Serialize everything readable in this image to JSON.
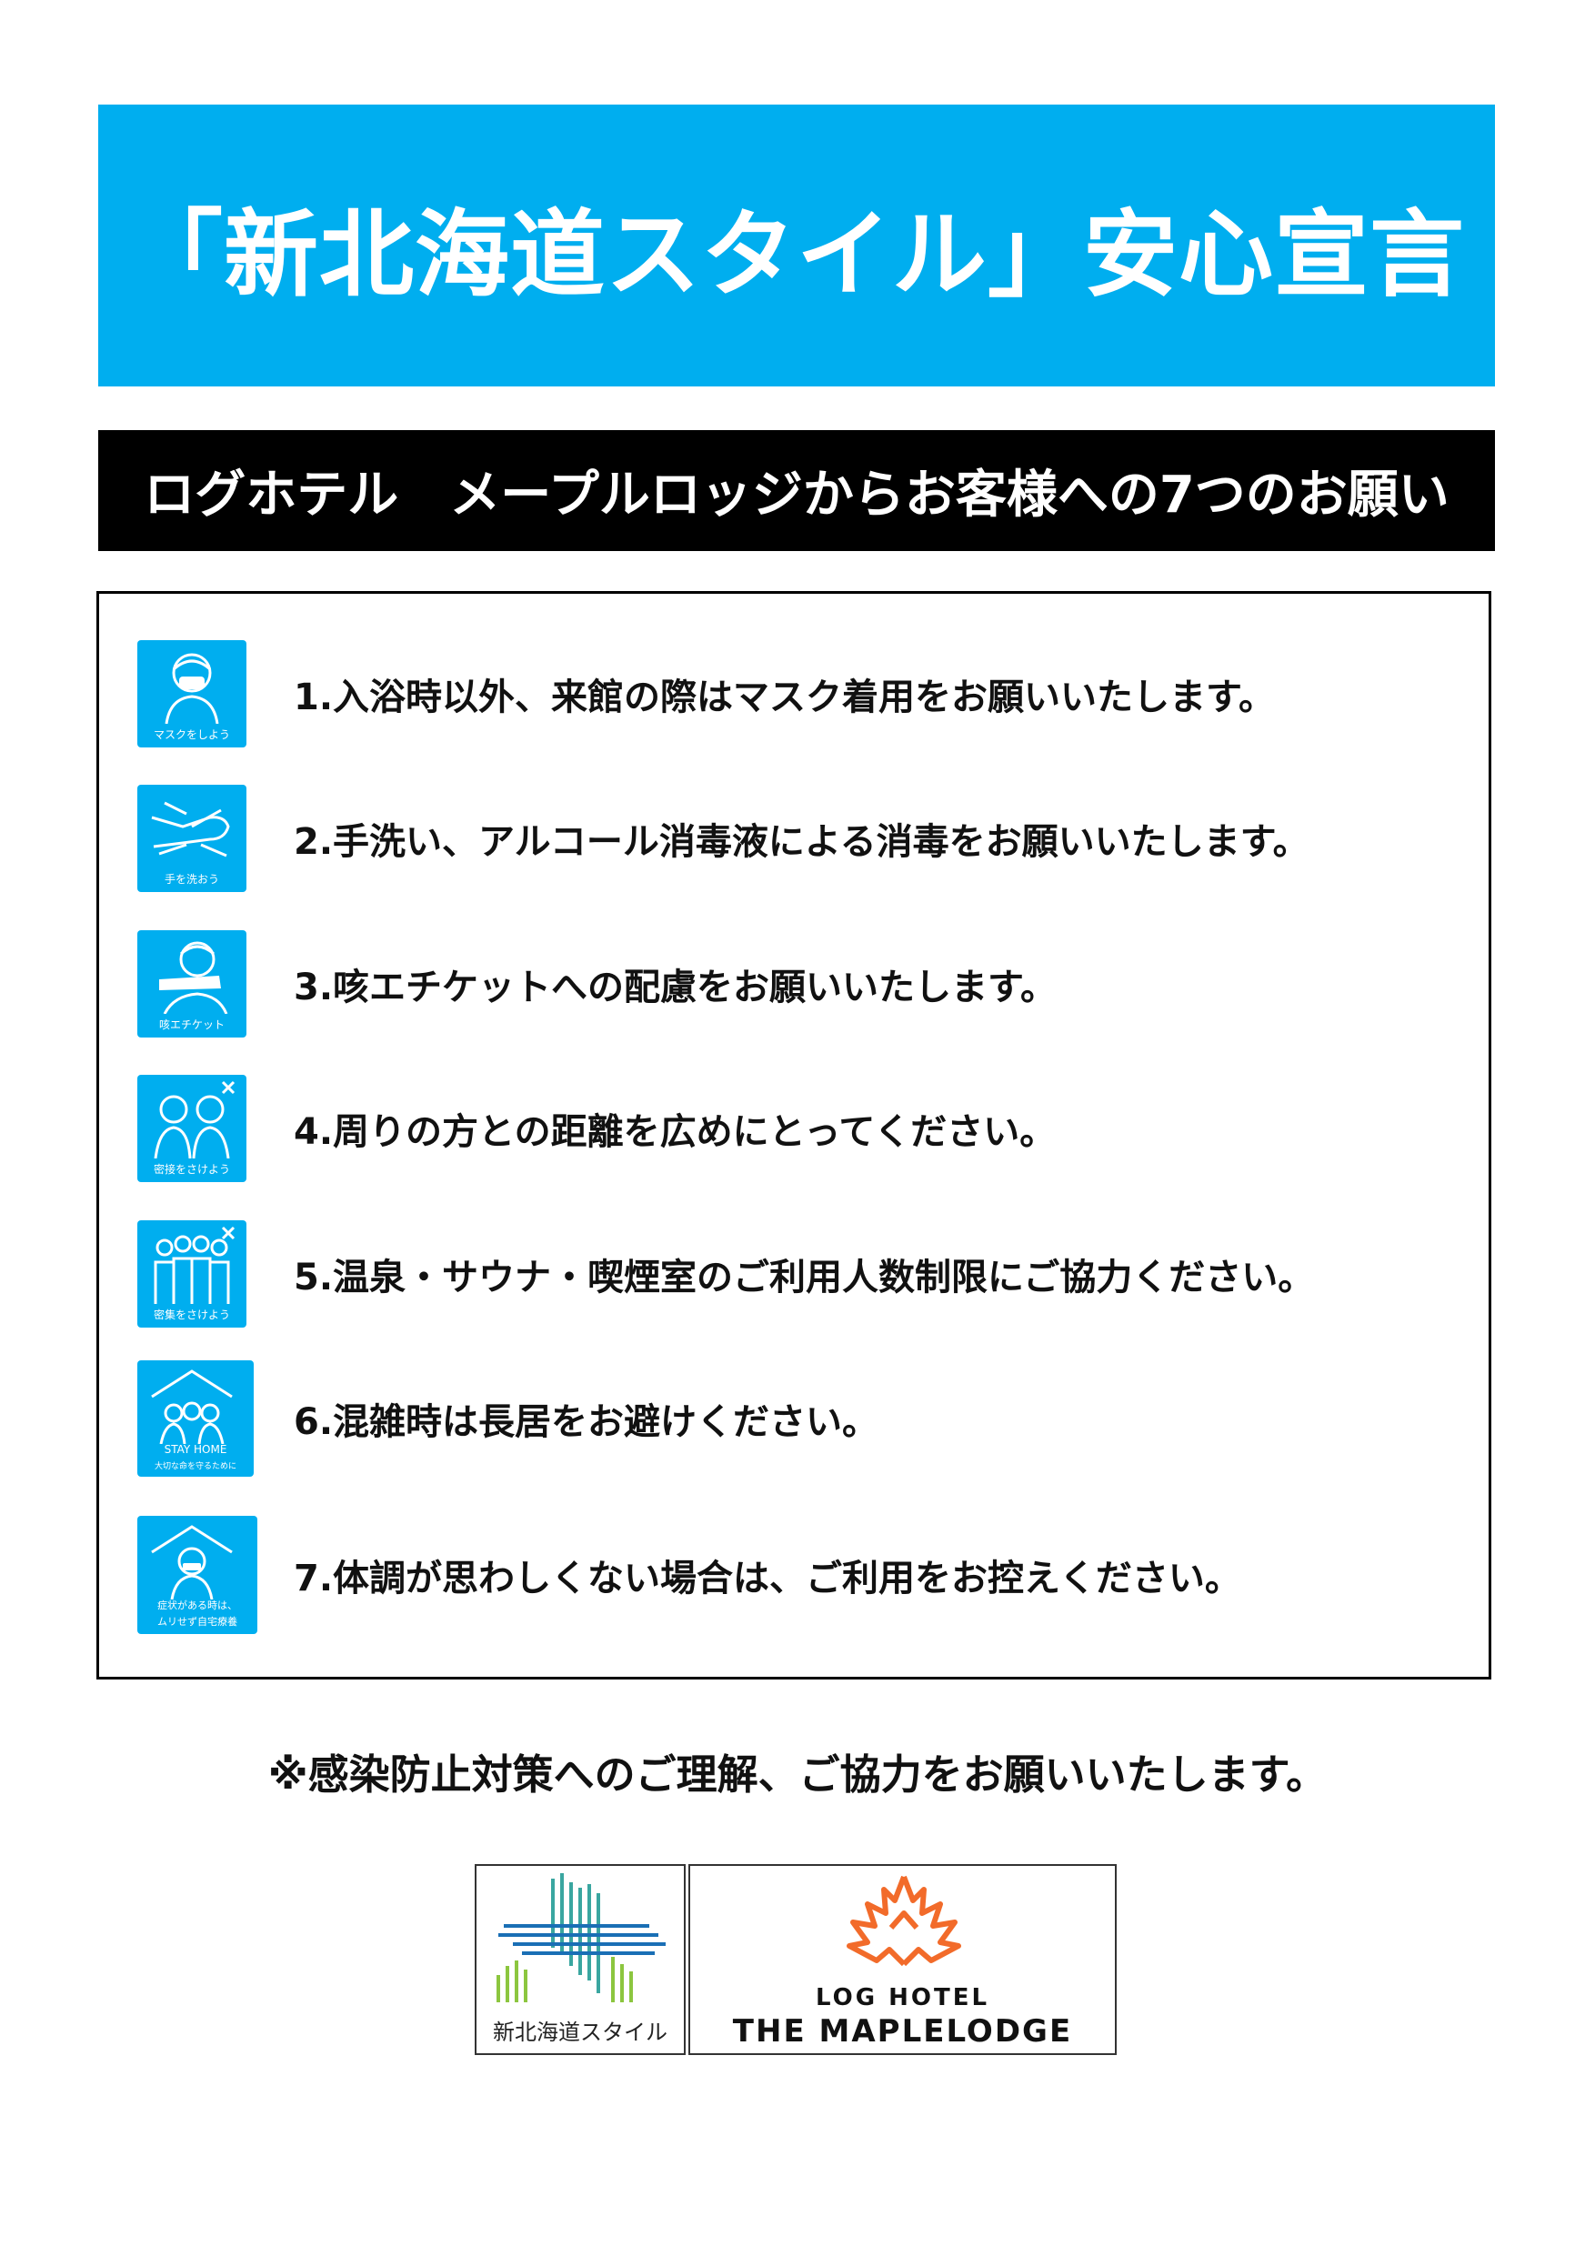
{
  "header": {
    "title": "「新北海道スタイル」安心宣言",
    "subtitle": "ログホテル　メープルロッジからお客様への7つのお願い"
  },
  "rules": [
    {
      "text": "1.入浴時以外、来館の際はマスク着用をお願いいたします。",
      "icon": "mask-icon",
      "caption": "マスクをしよう"
    },
    {
      "text": "2.手洗い、アルコール消毒液による消毒をお願いいたします。",
      "icon": "handwash-icon",
      "caption": "手を洗おう"
    },
    {
      "text": "3.咳エチケットへの配慮をお願いいたします。",
      "icon": "cough-etiquette-icon",
      "caption": "咳エチケット"
    },
    {
      "text": "4.周りの方との距離を広めにとってください。",
      "icon": "avoid-close-contact-icon",
      "caption": "密接をさけよう"
    },
    {
      "text": "5.温泉・サウナ・喫煙室のご利用人数制限にご協力ください。",
      "icon": "avoid-crowds-icon",
      "caption": "密集をさけよう"
    },
    {
      "text": "6.混雑時は長居をお避けください。",
      "icon": "stay-home-icon",
      "caption": "STAY HOME",
      "caption2": "大切な命を守るために"
    },
    {
      "text": "7.体調が思わしくない場合は、ご利用をお控えください。",
      "icon": "stay-home-if-sick-icon",
      "caption": "症状がある時は、",
      "caption2": "ムリせず自宅療養"
    }
  ],
  "footer": {
    "note": "※感染防止対策へのご理解、ご協力をお願いいたします。"
  },
  "logos": {
    "left_text": "新北海道スタイル",
    "right_line1": "LOG HOTEL",
    "right_line2": "THE MAPLELODGE"
  },
  "colors": {
    "accent": "#00aeef",
    "banner_dark": "#000000",
    "maple_orange": "#f26b2a"
  }
}
